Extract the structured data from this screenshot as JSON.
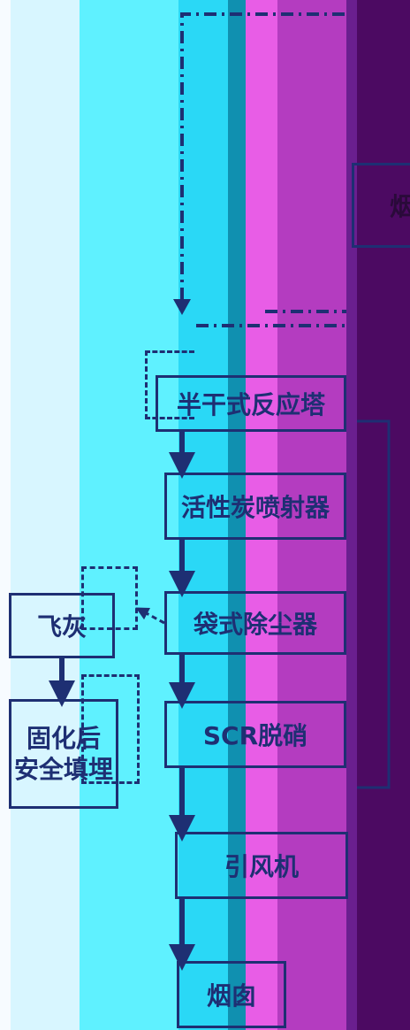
{
  "diagram": {
    "colors": {
      "line": "#1e2f73",
      "band_light": "#d8f6ff",
      "band_cyan": "#5ff1ff",
      "band_cyan2": "#2ad8f6",
      "band_teal": "#1090b0",
      "band_pink": "#e85de6",
      "band_magenta": "#b43cc0",
      "band_purple": "#6a1f8f",
      "band_dark": "#4c0a62"
    },
    "nodes": {
      "reaction_tower": "半干式反应塔",
      "activated_carbon_injector": "活性炭喷射器",
      "bag_dust_collector": "袋式除尘器",
      "scr_denitration": "SCR脱硝",
      "induced_draft_fan": "引风机",
      "chimney": "烟囱",
      "fly_ash": "飞灰",
      "solidification_line1": "固化后",
      "solidification_line2": "安全填埋",
      "right_partial": "烟"
    }
  }
}
